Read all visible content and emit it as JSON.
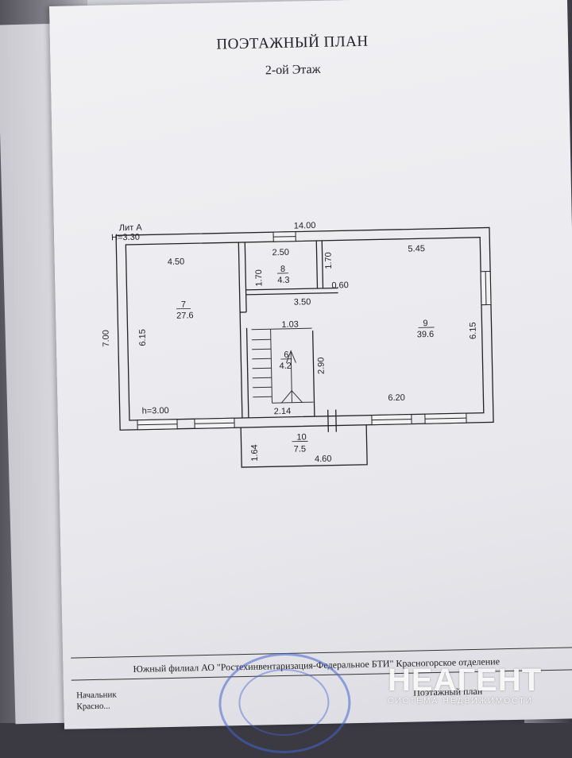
{
  "document": {
    "title": "ПОЭТАЖНЫЙ ПЛАН",
    "subtitle": "2-ой Этаж"
  },
  "plan": {
    "lit": "Лит А",
    "height_total": "H=3.30",
    "height_room": "h=3.00",
    "dimensions": {
      "outer_width": "14.00",
      "outer_height": "7.00",
      "room7_width": "4.50",
      "room7_height": "6.15",
      "room8_width": "2.50",
      "room8_height_left": "1.70",
      "room8_height_right": "1.70",
      "niche": "0.60",
      "hall_width": "3.50",
      "stair_width": "1.03",
      "stair_height": "2.90",
      "stair_bottom": "2.14",
      "room9_width": "5.45",
      "room9_height": "6.15",
      "room9_bottom": "6.20",
      "balcony_height": "1.64",
      "balcony_width": "4.60"
    },
    "rooms": [
      {
        "num": "7",
        "area": "27.6"
      },
      {
        "num": "8",
        "area": "4.3"
      },
      {
        "num": "6",
        "area": "4.2"
      },
      {
        "num": "9",
        "area": "39.6"
      },
      {
        "num": "10",
        "area": "7.5"
      }
    ]
  },
  "footer": {
    "organization": "Южный филиал АО \"Ростехинвентаризация-Федеральное БТИ\" Красногорское отделение",
    "signer_label": "Начальник",
    "signer_label2": "Красно...",
    "doc_label": "Поэтажный план"
  },
  "watermark": {
    "logo": "НЕАГЕНТ",
    "subtitle": "СИСТЕМА НЕДВИЖИМОСТИ"
  }
}
